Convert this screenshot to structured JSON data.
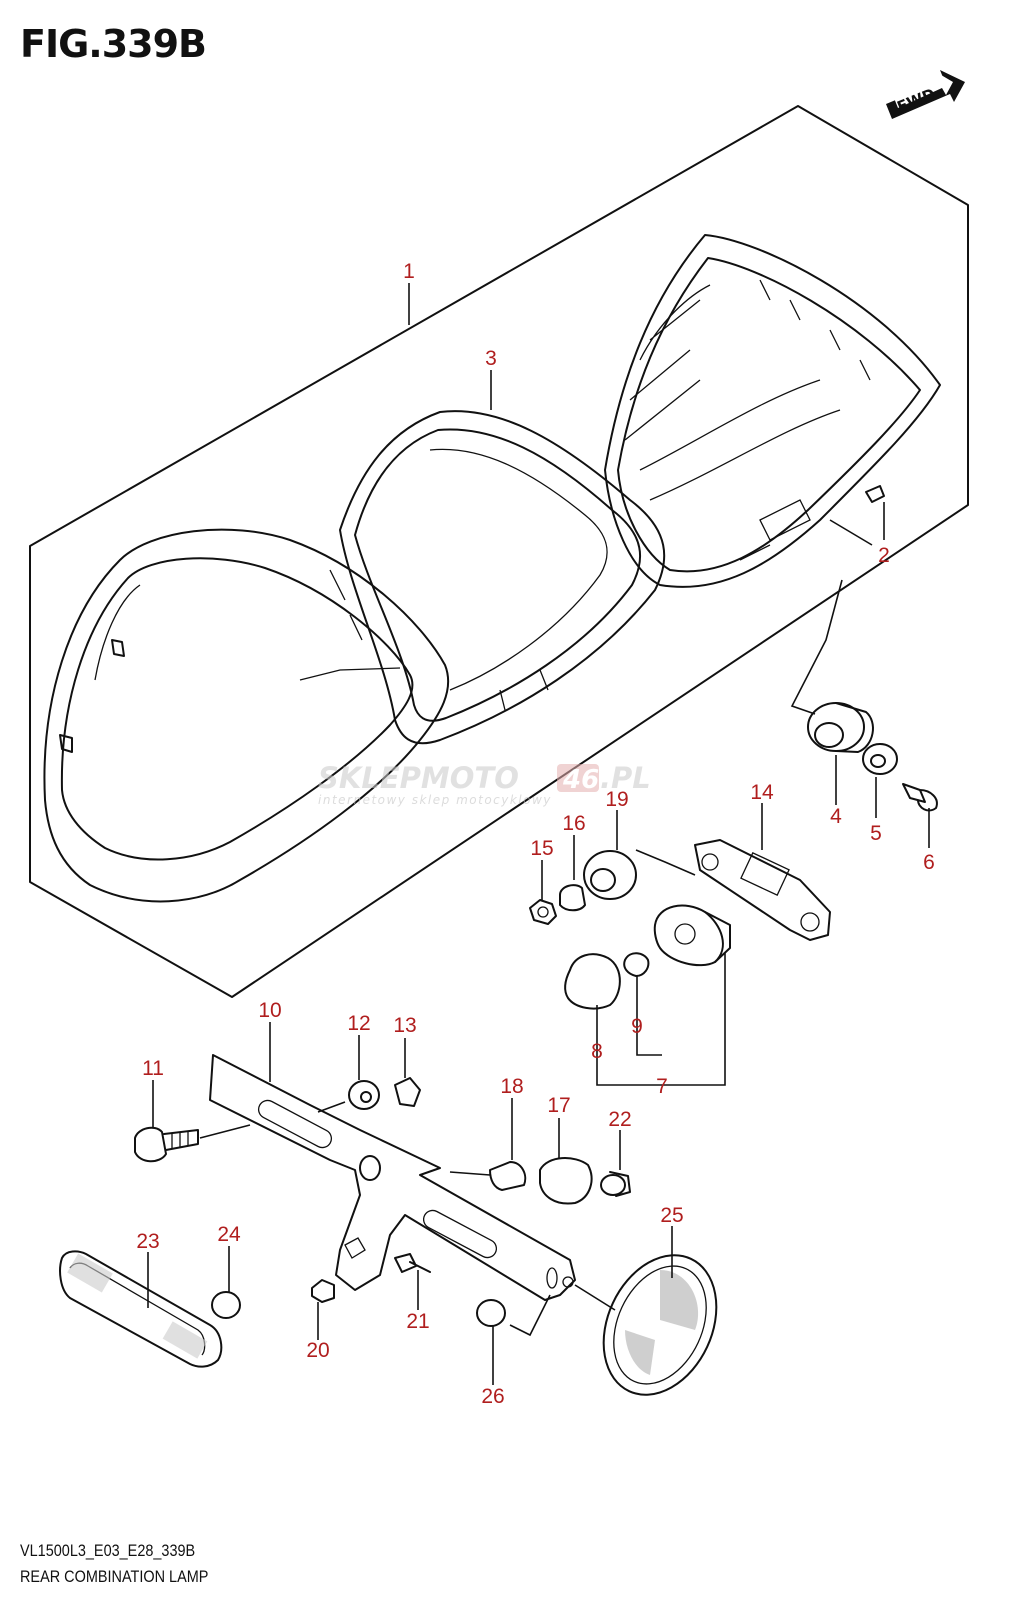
{
  "figure": {
    "title": "FIG.339B"
  },
  "fwd_arrow": {
    "label": "FWD"
  },
  "watermark": {
    "main": "SKLEPMOTO",
    "number": "46",
    "tld": ".PL",
    "tagline": "internetowy sklep motocyklowy"
  },
  "callouts": [
    "1",
    "2",
    "3",
    "4",
    "5",
    "6",
    "7",
    "8",
    "9",
    "10",
    "11",
    "12",
    "13",
    "14",
    "15",
    "16",
    "17",
    "18",
    "19",
    "20",
    "21",
    "22",
    "23",
    "24",
    "25",
    "26"
  ],
  "footer": {
    "code": "VL1500L3_E03_E28_339B",
    "caption": "REAR COMBINATION LAMP"
  }
}
